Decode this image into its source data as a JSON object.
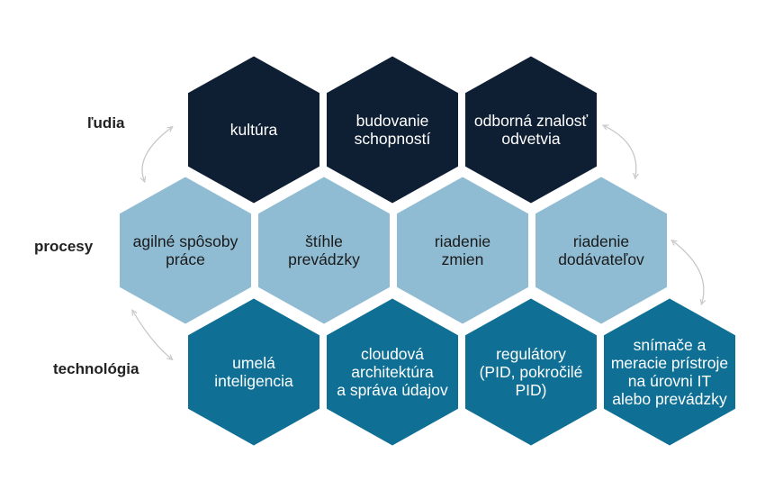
{
  "rows": [
    {
      "label": "ľudia",
      "fill": "#0f1f33",
      "text_color": "#ffffff",
      "items": [
        {
          "lines": [
            "kultúra"
          ]
        },
        {
          "lines": [
            "budovanie",
            "schopností"
          ]
        },
        {
          "lines": [
            "odborná znalosť",
            "odvetvia"
          ]
        }
      ]
    },
    {
      "label": "procesy",
      "fill": "#8fbcd3",
      "text_color": "#1a1a1a",
      "items": [
        {
          "lines": [
            "agilné spôsoby",
            "práce"
          ]
        },
        {
          "lines": [
            "štíhle",
            "prevádzky"
          ]
        },
        {
          "lines": [
            "riadenie",
            "zmien"
          ]
        },
        {
          "lines": [
            "riadenie",
            "dodávateľov"
          ]
        }
      ]
    },
    {
      "label": "technológia",
      "fill": "#0f6f94",
      "text_color": "#ffffff",
      "items": [
        {
          "lines": [
            "umelá",
            "inteligencia"
          ]
        },
        {
          "lines": [
            "cloudová",
            "architektúra",
            "a správa údajov"
          ]
        },
        {
          "lines": [
            "regulátory",
            "(PID, pokročilé",
            "PID)"
          ]
        },
        {
          "lines": [
            "snímače a",
            "meracie prístroje",
            "na úrovni IT",
            "alebo prevádzky"
          ]
        }
      ]
    }
  ],
  "arrow_color": "#c4c4c4"
}
